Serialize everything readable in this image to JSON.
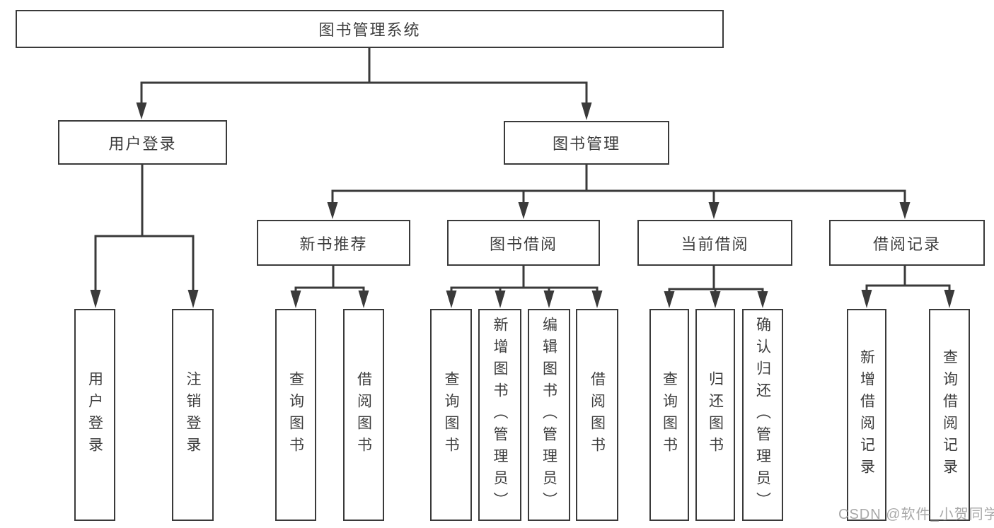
{
  "nodes": {
    "root": "图书管理系统",
    "user_login": "用户登录",
    "book_mgmt": "图书管理",
    "new_book_rec": "新书推荐",
    "book_borrow": "图书借阅",
    "current_borrow": "当前借阅",
    "borrow_record": "借阅记录",
    "leaves": {
      "user_login": "用户登录",
      "logout": "注销登录",
      "rec_query_books": "查询图书",
      "rec_borrow_books": "借阅图书",
      "bb_query_books": "查询图书",
      "bb_add_books": "新增图书（管理员）",
      "bb_edit_books": "编辑图书（管理员）",
      "bb_borrow_books": "借阅图书",
      "cb_query_books": "查询图书",
      "cb_return_books": "归还图书",
      "cb_confirm_return": "确认归还（管理员）",
      "br_add_record": "新增借阅记录",
      "br_query_record": "查询借阅记录"
    }
  },
  "hierarchy": {
    "图书管理系统": {
      "用户登录": [
        "用户登录",
        "注销登录"
      ],
      "图书管理": {
        "新书推荐": [
          "查询图书",
          "借阅图书"
        ],
        "图书借阅": [
          "查询图书",
          "新增图书（管理员）",
          "编辑图书（管理员）",
          "借阅图书"
        ],
        "当前借阅": [
          "查询图书",
          "归还图书",
          "确认归还（管理员）"
        ],
        "借阅记录": [
          "新增借阅记录",
          "查询借阅记录"
        ]
      }
    }
  },
  "watermark": "CSDN @软件_小贺同学",
  "colors": {
    "line": "#3a3a3a",
    "text": "#3d3d3d",
    "watermark": "#a9a9a9",
    "background": "#ffffff"
  }
}
